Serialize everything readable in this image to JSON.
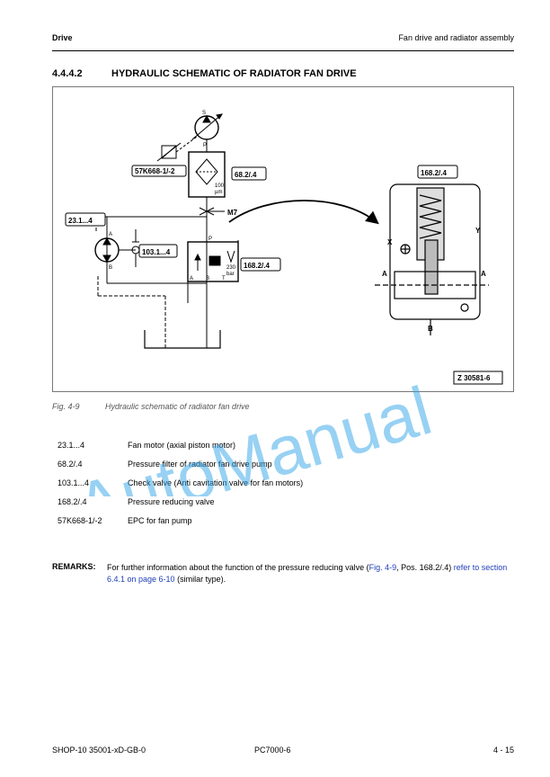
{
  "header": {
    "left": "Drive",
    "right": "Fan drive and radiator assembly"
  },
  "section": {
    "number": "4.4.4.2",
    "title": "HYDRAULIC SCHEMATIC OF RADIATOR FAN DRIVE"
  },
  "figure": {
    "labels": {
      "epc": "57K668-1/-2",
      "filter": "68.2/.4",
      "filter_rating": "100",
      "filter_unit": "µm",
      "m7": "M7",
      "motor": "23.1...4",
      "check": "103.1...4",
      "valve": "168.2/.4",
      "valve_pressure": "230",
      "valve_unit": "bar",
      "detail": "168.2/.4",
      "port_x": "X",
      "port_y": "Y",
      "port_a_left": "A",
      "port_a_right": "A",
      "port_b": "B",
      "motor_a": "A",
      "motor_b": "B",
      "pump_s": "S",
      "pump_p": "P",
      "valve_p": "P",
      "valve_a": "A",
      "valve_b": "B",
      "valve_t": "T",
      "fig_id": "Z 30581-6"
    },
    "caption_number": "Fig. 4-9",
    "caption_text": "Hydraulic schematic of radiator fan drive"
  },
  "legend": [
    {
      "code": "23.1...4",
      "desc": "Fan motor (axial piston motor)"
    },
    {
      "code": "68.2/.4",
      "desc": "Pressure filter of radiator fan drive pump"
    },
    {
      "code": "103.1...4",
      "desc": "Check valve (Anti cavitation valve for fan motors)"
    },
    {
      "code": "168.2/.4",
      "desc": "Pressure reducing valve"
    },
    {
      "code": "57K668-1/-2",
      "desc": "EPC for fan pump"
    }
  ],
  "remarks": {
    "label": "REMARKS:",
    "t1": "For further information about the function of the pressure reducing valve (",
    "link1": "Fig. 4-9",
    "t2": ", Pos. 168.2/.4) ",
    "link2": "refer to section 6.4.1 on page 6-10",
    "t3": " (similar type)."
  },
  "watermark": "AutoManual",
  "footer": {
    "left": "SHOP-10 35001-xD-GB-0",
    "middle": "PC7000-6",
    "right": "4  -  15"
  },
  "colors": {
    "watermark": "#2fa4e7",
    "link": "#1f3fb8"
  }
}
